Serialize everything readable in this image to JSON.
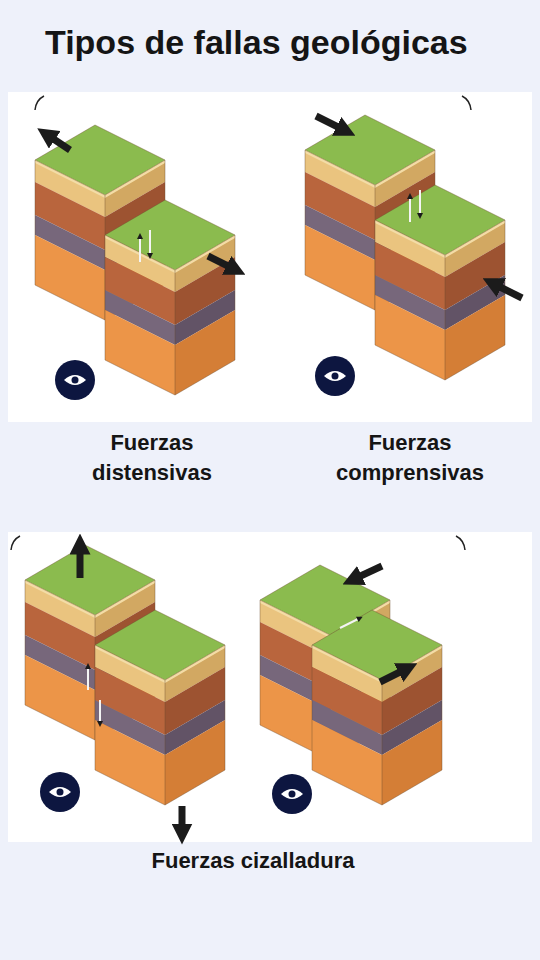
{
  "diagram": {
    "title": "Tipos de fallas geológicas",
    "labels": [
      "Fuerzas distensivas",
      "Fuerzas comprensivas",
      "Fuerzas cizalladura"
    ]
  }
}
